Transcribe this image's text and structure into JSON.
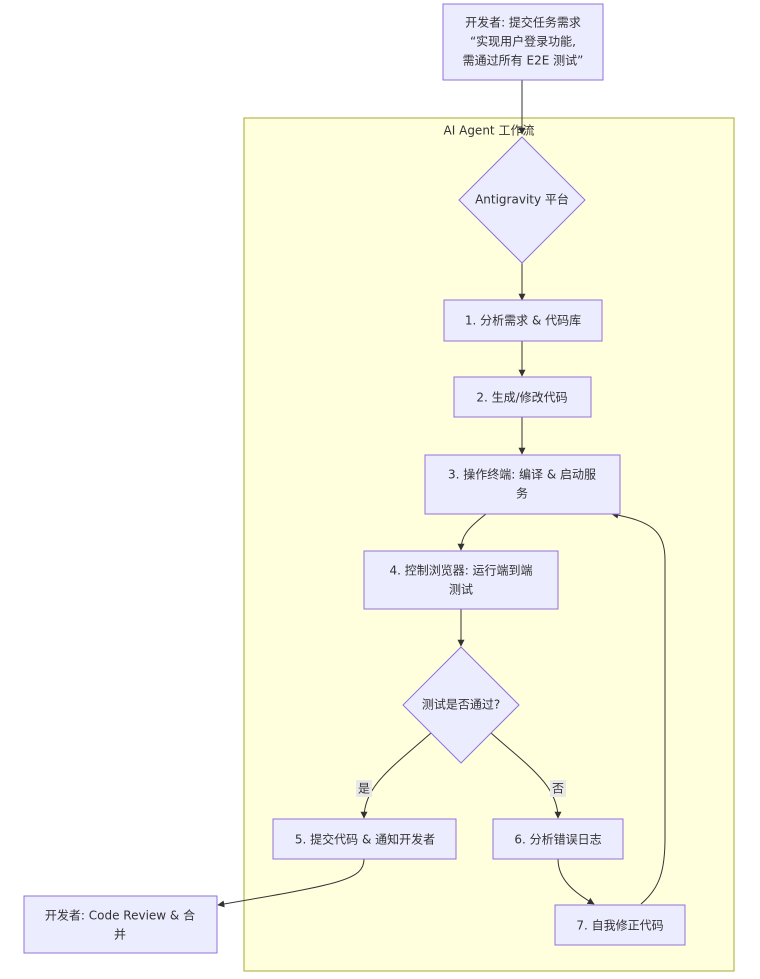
{
  "diagram": {
    "cluster": {
      "title": "AI Agent 工作流"
    },
    "nodes": {
      "dev_submit": {
        "lines": [
          "开发者: 提交任务需求",
          "“实现用户登录功能,",
          "需通过所有 E2E 测试”"
        ]
      },
      "platform": {
        "lines": [
          "Antigravity 平台"
        ]
      },
      "analyze": {
        "lines": [
          "1. 分析需求 & 代码库"
        ]
      },
      "generate": {
        "lines": [
          "2. 生成/修改代码"
        ]
      },
      "terminal": {
        "lines": [
          "3. 操作终端: 编译 & 启动服",
          "务"
        ]
      },
      "browser": {
        "lines": [
          "4. 控制浏览器: 运行端到端",
          "测试"
        ]
      },
      "decision": {
        "lines": [
          "测试是否通过?"
        ]
      },
      "commit": {
        "lines": [
          "5. 提交代码 & 通知开发者"
        ]
      },
      "analyze_log": {
        "lines": [
          "6. 分析错误日志"
        ]
      },
      "self_fix": {
        "lines": [
          "7. 自我修正代码"
        ]
      },
      "dev_review": {
        "lines": [
          "开发者: Code Review & 合",
          "并"
        ]
      }
    },
    "edge_labels": {
      "yes": "是",
      "no": "否"
    }
  }
}
